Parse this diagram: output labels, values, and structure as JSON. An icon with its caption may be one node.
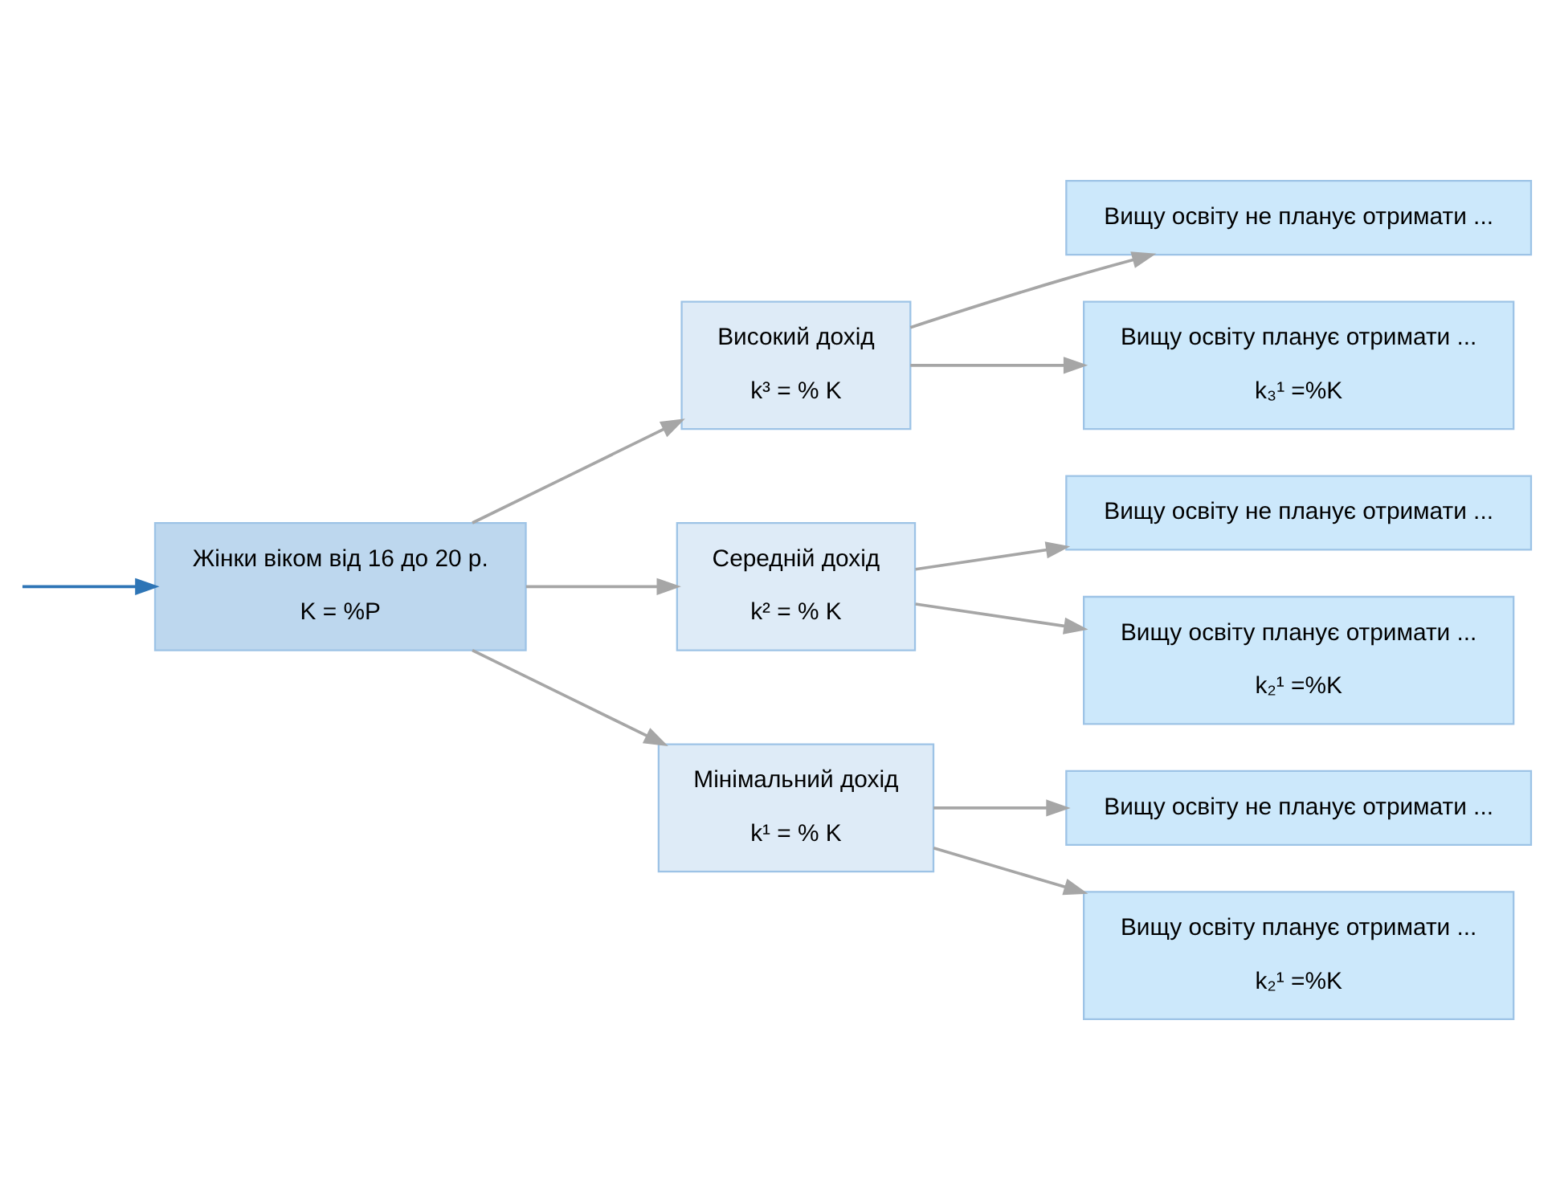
{
  "diagram": {
    "nodes": [
      {
        "text": [
          "Жінки віком від 16 до 20 р.",
          "K = %P"
        ]
      },
      {
        "text": [
          "Високий дохід",
          "k³ = % K"
        ]
      },
      {
        "text": [
          "Середній дохід",
          "k² = % K"
        ]
      },
      {
        "text": [
          "Мінімальний дохід",
          "k¹ = % K"
        ]
      },
      {
        "text": [
          "Вищу освіту не планує отримати ..."
        ]
      },
      {
        "text": [
          "Вищу освіту планує отримати ...",
          "k₃¹ =%K"
        ]
      },
      {
        "text": [
          "Вищу освіту не планує отримати ..."
        ]
      },
      {
        "text": [
          "Вищу освіту планує отримати ...",
          "k₂¹ =%K"
        ]
      },
      {
        "text": [
          "Вищу освіту не планує отримати ..."
        ]
      },
      {
        "text": [
          "Вищу освіту планує отримати ...",
          "k₂¹ =%K"
        ]
      }
    ],
    "edges": [
      {
        "from": null,
        "to": 0,
        "arrow": "to",
        "color": "#2e75b6"
      },
      {
        "from": 0,
        "to": 1,
        "arrow": "to"
      },
      {
        "from": 0,
        "to": 2,
        "arrow": "to"
      },
      {
        "from": 0,
        "to": 3,
        "arrow": "to"
      },
      {
        "from": 1,
        "to": 4,
        "arrow": "to"
      },
      {
        "from": 1,
        "to": 5,
        "arrow": "to"
      },
      {
        "from": 2,
        "to": 6,
        "arrow": "to"
      },
      {
        "from": 2,
        "to": 7,
        "arrow": "to"
      },
      {
        "from": 3,
        "to": 8,
        "arrow": "to"
      },
      {
        "from": 3,
        "to": 9,
        "arrow": "to"
      }
    ]
  }
}
